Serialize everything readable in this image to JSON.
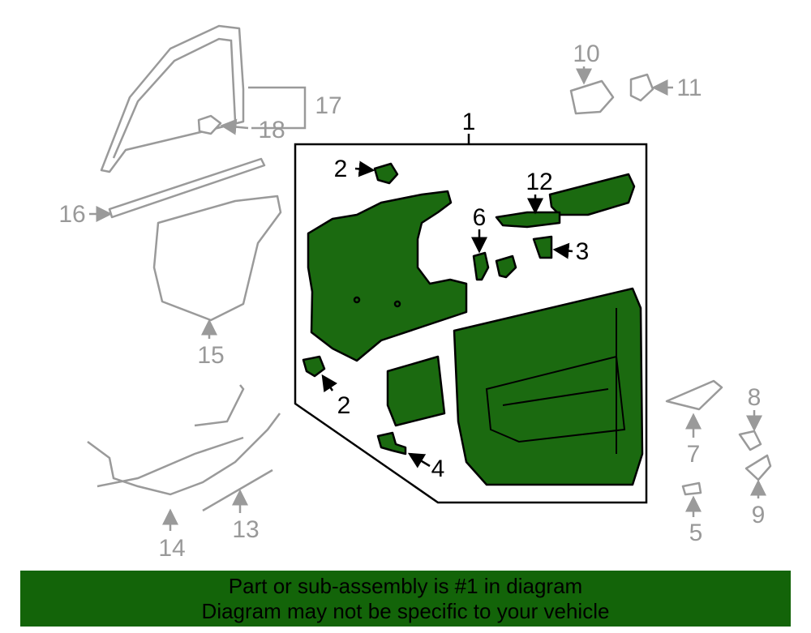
{
  "callouts": {
    "c1": "1",
    "c2a": "2",
    "c2b": "2",
    "c3": "3",
    "c4": "4",
    "c5": "5",
    "c6": "6",
    "c7": "7",
    "c8": "8",
    "c9": "9",
    "c10": "10",
    "c11": "11",
    "c12": "12",
    "c13": "13",
    "c14": "14",
    "c15": "15",
    "c16": "16",
    "c17": "17",
    "c18": "18"
  },
  "banner": {
    "line1": "Part or sub-assembly is #1 in diagram",
    "line2": "Diagram may not be specific to your vehicle"
  },
  "colors": {
    "highlight": "#1b6a10",
    "banner": "#136409",
    "grey_parts": "#9a9a9a"
  }
}
